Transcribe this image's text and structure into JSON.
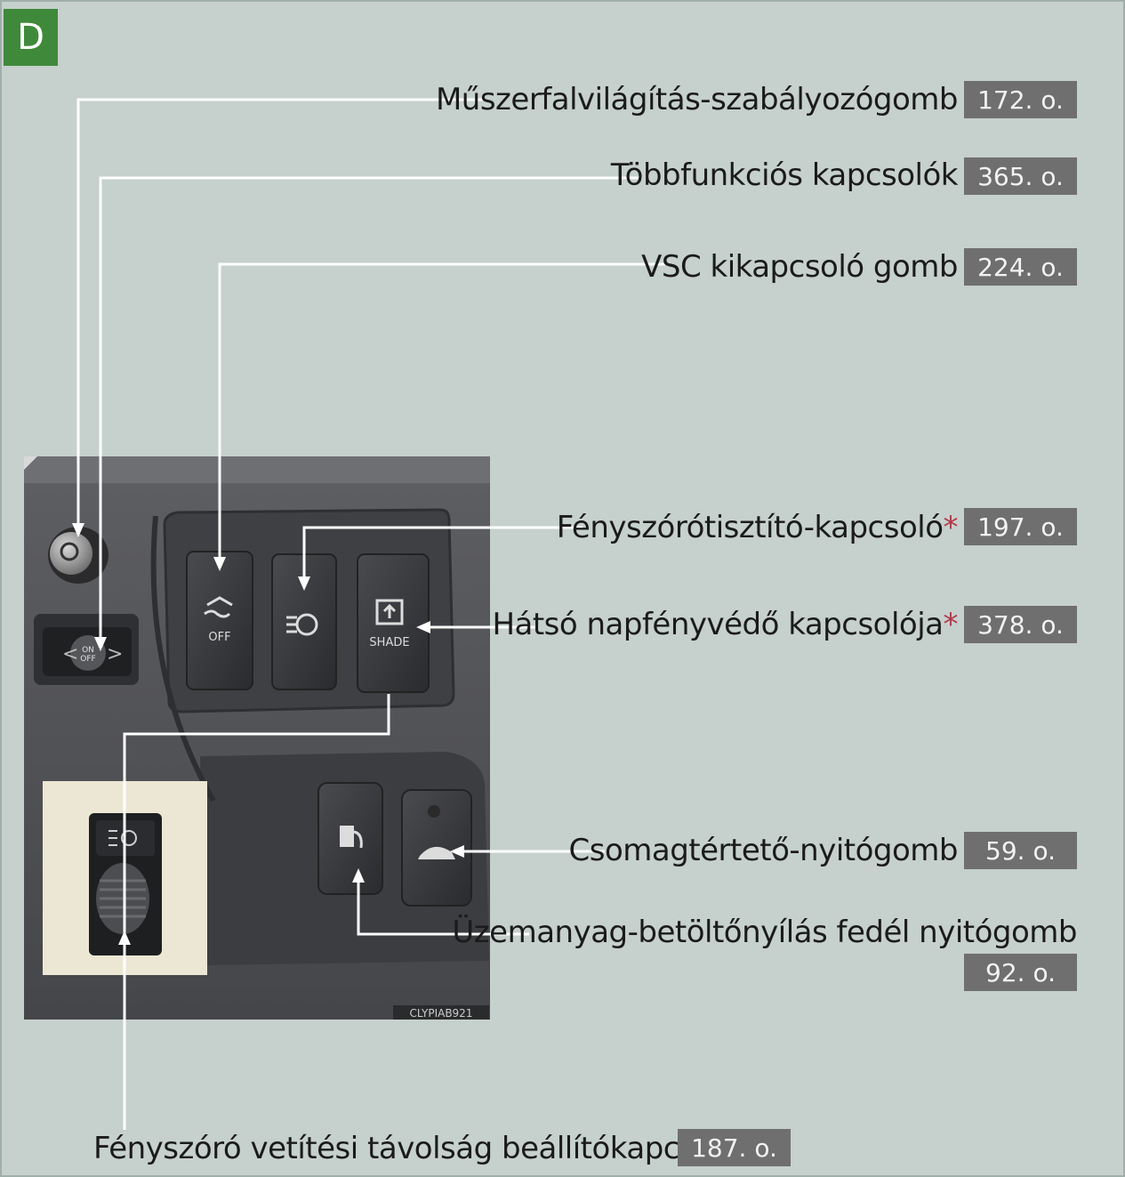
{
  "section_letter": "D",
  "image_code": "CLYPIAB921",
  "callouts": [
    {
      "label": "Műszerfalvilágítás-szabályozógomb",
      "asterisk": "",
      "page": "172. o."
    },
    {
      "label": "Többfunkciós kapcsolók",
      "asterisk": "",
      "page": "365. o."
    },
    {
      "label": "VSC kikapcsoló gomb",
      "asterisk": "",
      "page": "224. o."
    },
    {
      "label": "Fényszórótisztító-kapcsoló",
      "asterisk": "*",
      "page": "197. o."
    },
    {
      "label": "Hátsó napfényvédő kapcsolója",
      "asterisk": "*",
      "page": "378. o."
    },
    {
      "label": "Csomagtértető-nyitógomb",
      "asterisk": "",
      "page": "59. o."
    },
    {
      "label": "Üzemanyag-betöltőnyílás fedél nyitógomb",
      "asterisk": "",
      "page": "92. o."
    },
    {
      "label": "Fényszóró vetítési távolság beállítókapcsoló",
      "asterisk": "*",
      "page": "187. o."
    }
  ],
  "switch_text": {
    "vsc_off": "OFF",
    "shade": "SHADE",
    "multi_on": "ON",
    "multi_off": "OFF"
  },
  "colors": {
    "background": "#c6d0cc",
    "section_badge": "#3f8a3a",
    "page_box": "#6f6f6f",
    "leader_line": "#ffffff",
    "asterisk": "#b3394b"
  }
}
